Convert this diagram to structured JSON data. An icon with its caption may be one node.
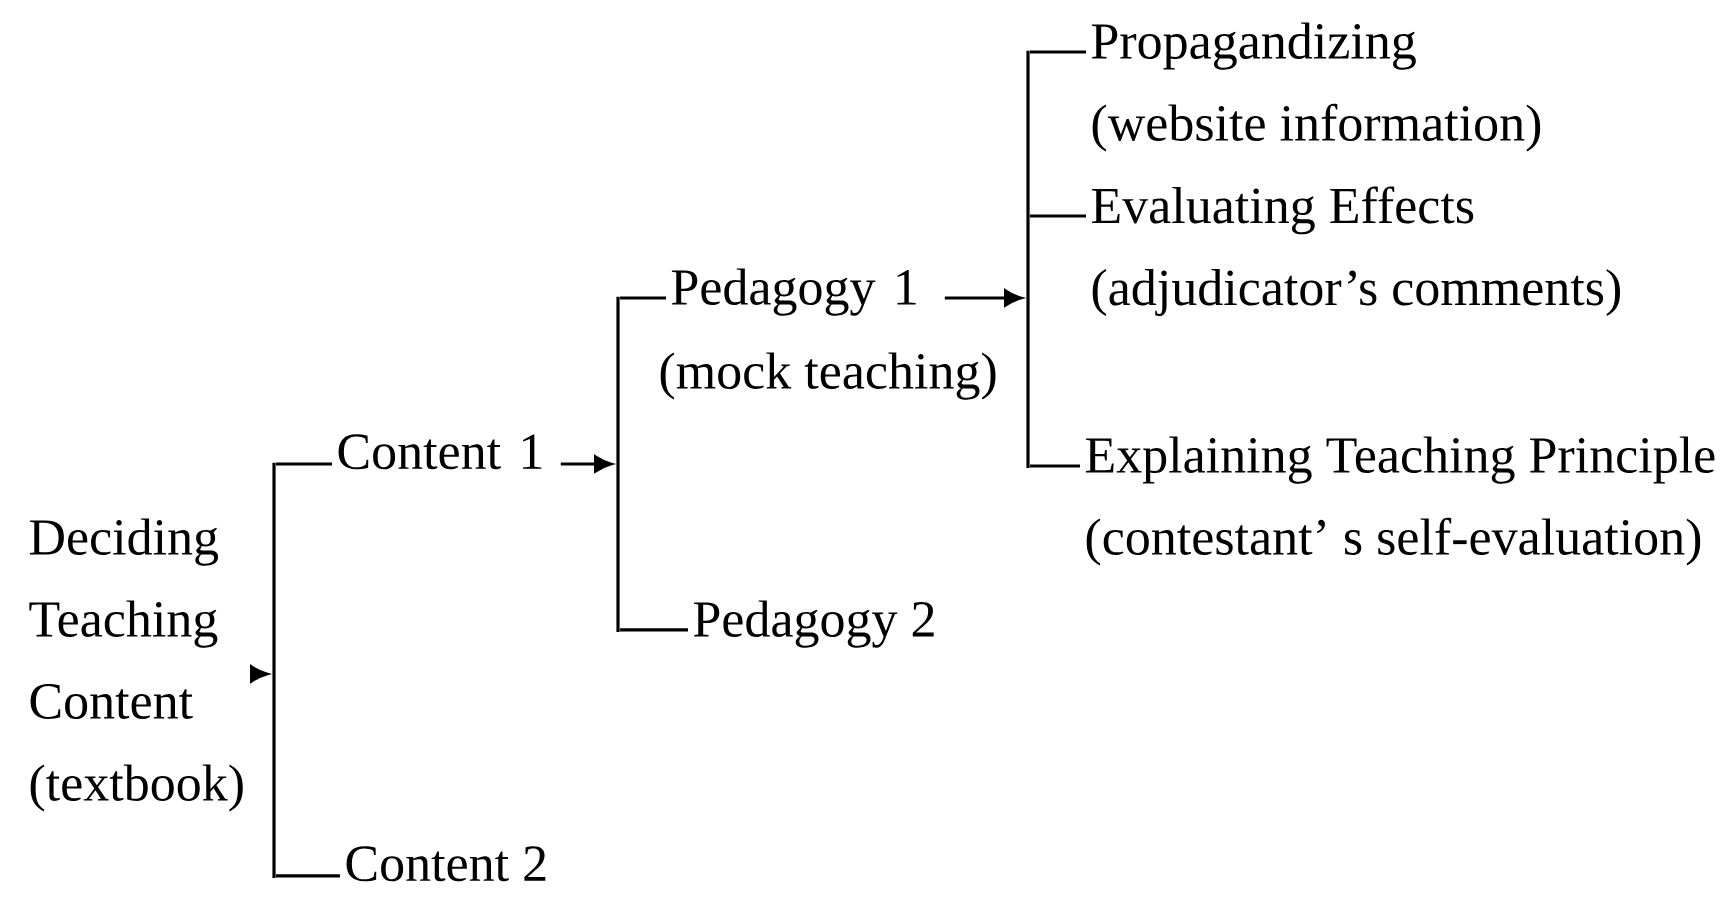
{
  "diagram": {
    "nodes": [
      {
        "text": [
          "Deciding Teaching Content (textbook)"
        ]
      },
      {
        "text": [],
        "shape": "bar"
      },
      {
        "text": [
          "Content 1"
        ]
      },
      {
        "text": [
          "Content 2"
        ]
      },
      {
        "text": [],
        "shape": "bar"
      },
      {
        "text": [
          "Pedagogy 1"
        ],
        "beside": [
          "(mock teaching)"
        ]
      },
      {
        "text": [
          "Pedagogy 2"
        ]
      },
      {
        "text": [],
        "shape": "bar"
      },
      {
        "text": [
          "Propagandizing",
          "(website information)"
        ]
      },
      {
        "text": [
          "Evaluating Effects",
          "(adjudicator’s comments)"
        ]
      },
      {
        "text": [
          "Explaining Teaching Principle",
          "(contestant’ s self-evaluation)"
        ]
      }
    ],
    "edges": [
      {
        "from": 0,
        "to": 1,
        "arrow": "to"
      },
      {
        "from": 1,
        "to": 2,
        "arrow": "none"
      },
      {
        "from": 1,
        "to": 3,
        "arrow": "none"
      },
      {
        "from": 2,
        "to": 4,
        "arrow": "to"
      },
      {
        "from": 4,
        "to": 5,
        "arrow": "none"
      },
      {
        "from": 4,
        "to": 6,
        "arrow": "none"
      },
      {
        "from": 5,
        "to": 7,
        "arrow": "to"
      },
      {
        "from": 7,
        "to": 8,
        "arrow": "none"
      },
      {
        "from": 7,
        "to": 9,
        "arrow": "none"
      },
      {
        "from": 7,
        "to": 10,
        "arrow": "none"
      }
    ]
  }
}
